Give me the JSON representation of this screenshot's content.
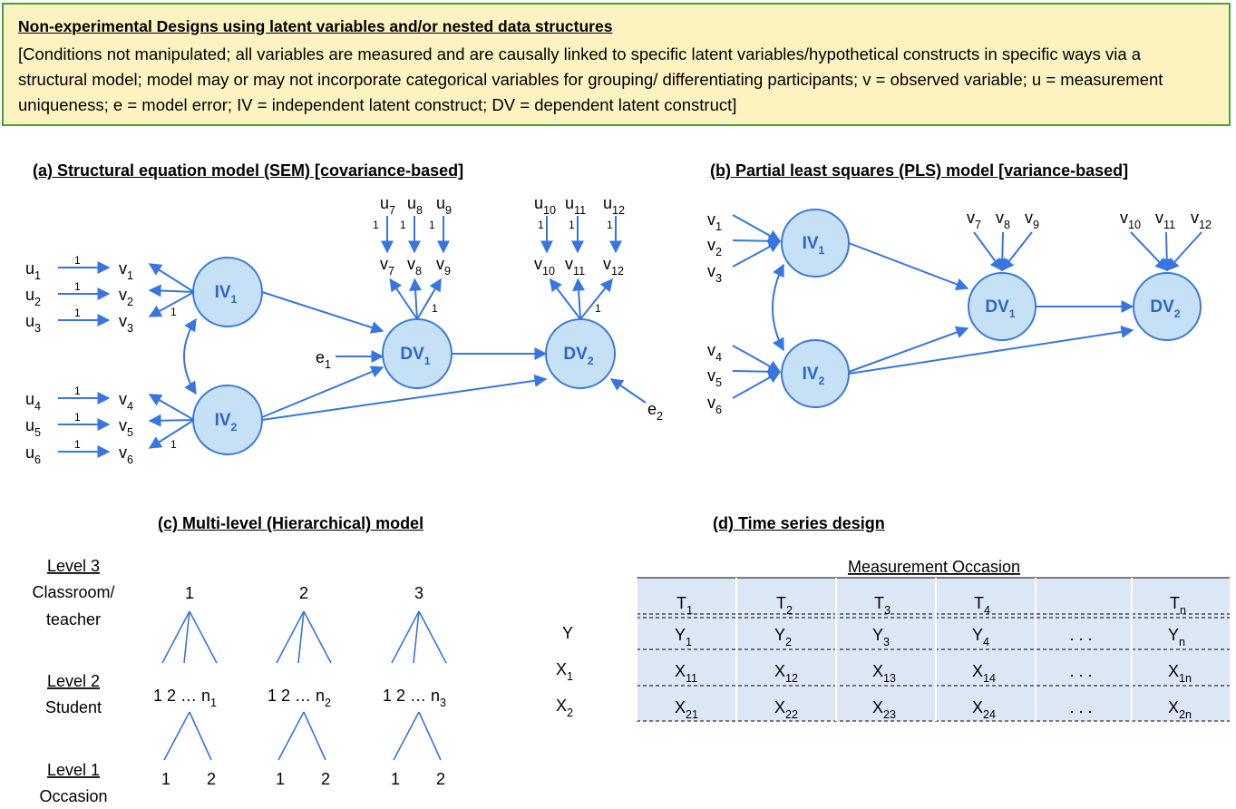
{
  "banner": {
    "title": "Non-experimental Designs using latent variables and/or nested data structures",
    "description": "[Conditions not manipulated; all variables are measured and are causally linked to specific latent variables/hypothetical constructs in specific ways via a structural model; model may or may not incorporate categorical variables for grouping/ differentiating participants; v = observed variable; u = measurement uniqueness; e = model error; IV = independent latent construct; DV = dependent latent construct]"
  },
  "panels": {
    "sem_title": "(a) Structural equation model (SEM) [covariance-based]",
    "pls_title": "(b) Partial least squares (PLS) model [variance-based]",
    "ml_title": "(c) Multi-level  (Hierarchical) model",
    "ts_title": "(d) Time series design"
  },
  "sem": {
    "nodes": {
      "iv": "IV",
      "dv": "DV"
    },
    "observed_prefix": "v",
    "uniqueness_prefix": "u",
    "error_prefix": "e",
    "loading": "1"
  },
  "multilevel": {
    "level3": {
      "name": "Level 3",
      "label_line1": "Classroom/",
      "label_line2": "teacher"
    },
    "level2": {
      "name": "Level 2",
      "label": "Student"
    },
    "level1": {
      "name": "Level 1",
      "label": "Occasion"
    },
    "classrooms": [
      "1",
      "2",
      "3"
    ],
    "student_prefix": "1  2 … n",
    "occasions": [
      "1",
      "2"
    ]
  },
  "timeseries": {
    "header": "Measurement Occasion",
    "row_labels": [
      "Y",
      "X",
      "X"
    ],
    "columns": [
      "T1",
      "T2",
      "T3",
      "T4",
      "",
      "Tn"
    ],
    "ellipsis": ". . ."
  },
  "colors": {
    "node_fill": "#c6e0f5",
    "node_stroke": "#3b7bd6",
    "arrow": "#3775e0",
    "banner_bg": "#fcf3c0",
    "banner_border": "#48a238",
    "table_bg": "#dce6f5"
  }
}
